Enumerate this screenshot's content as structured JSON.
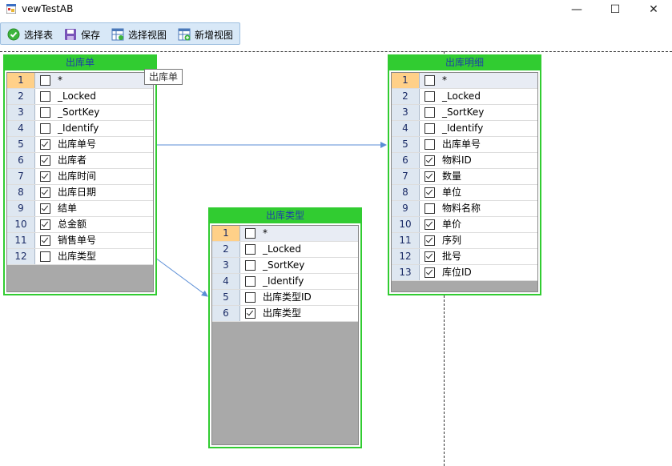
{
  "window": {
    "title": "vewTestAB",
    "minimize": "—",
    "maximize": "☐",
    "close": "✕"
  },
  "toolbar": {
    "select_table": "选择表",
    "save": "保存",
    "select_view": "选择视图",
    "new_view": "新增视图"
  },
  "tooltip": "出库单",
  "tables": [
    {
      "title": "出库单",
      "rows": [
        {
          "n": "1",
          "field": "*",
          "checked": false
        },
        {
          "n": "2",
          "field": "_Locked",
          "checked": false
        },
        {
          "n": "3",
          "field": "_SortKey",
          "checked": false
        },
        {
          "n": "4",
          "field": "_Identify",
          "checked": false
        },
        {
          "n": "5",
          "field": "出库单号",
          "checked": true
        },
        {
          "n": "6",
          "field": "出库者",
          "checked": true
        },
        {
          "n": "7",
          "field": "出库时间",
          "checked": true
        },
        {
          "n": "8",
          "field": "出库日期",
          "checked": true
        },
        {
          "n": "9",
          "field": "结单",
          "checked": true
        },
        {
          "n": "10",
          "field": "总金额",
          "checked": true
        },
        {
          "n": "11",
          "field": "销售单号",
          "checked": true
        },
        {
          "n": "12",
          "field": "出库类型",
          "checked": false
        }
      ]
    },
    {
      "title": "出库类型",
      "rows": [
        {
          "n": "1",
          "field": "*",
          "checked": false
        },
        {
          "n": "2",
          "field": "_Locked",
          "checked": false
        },
        {
          "n": "3",
          "field": "_SortKey",
          "checked": false
        },
        {
          "n": "4",
          "field": "_Identify",
          "checked": false
        },
        {
          "n": "5",
          "field": "出库类型ID",
          "checked": false
        },
        {
          "n": "6",
          "field": "出库类型",
          "checked": true
        }
      ]
    },
    {
      "title": "出库明细",
      "rows": [
        {
          "n": "1",
          "field": "*",
          "checked": false
        },
        {
          "n": "2",
          "field": "_Locked",
          "checked": false
        },
        {
          "n": "3",
          "field": "_SortKey",
          "checked": false
        },
        {
          "n": "4",
          "field": "_Identify",
          "checked": false
        },
        {
          "n": "5",
          "field": "出库单号",
          "checked": false
        },
        {
          "n": "6",
          "field": "物料ID",
          "checked": true
        },
        {
          "n": "7",
          "field": "数量",
          "checked": true
        },
        {
          "n": "8",
          "field": "单位",
          "checked": true
        },
        {
          "n": "9",
          "field": "物料名称",
          "checked": false
        },
        {
          "n": "10",
          "field": "单价",
          "checked": true
        },
        {
          "n": "11",
          "field": "序列",
          "checked": true
        },
        {
          "n": "12",
          "field": "批号",
          "checked": true
        },
        {
          "n": "13",
          "field": "库位ID",
          "checked": true
        }
      ]
    }
  ],
  "colors": {
    "table_border": "#31cc31",
    "link_line": "#5b8ed6",
    "header_text": "#1e3ea8"
  }
}
